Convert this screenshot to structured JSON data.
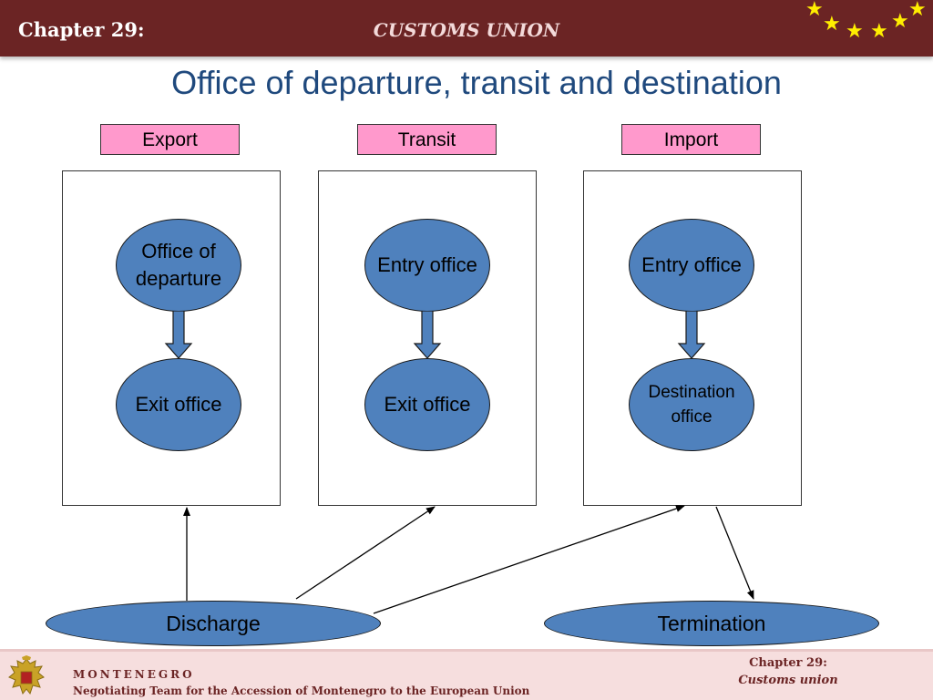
{
  "header": {
    "chapter": "Chapter 29:",
    "title": "CUSTOMS UNION"
  },
  "page_title": "Office of departure, transit and destination",
  "columns": [
    {
      "tag": "Export",
      "top_node": [
        "Office of",
        "departure"
      ],
      "bottom_node": [
        "Exit office"
      ]
    },
    {
      "tag": "Transit",
      "top_node": [
        "Entry office"
      ],
      "bottom_node": [
        "Exit office"
      ]
    },
    {
      "tag": "Import",
      "top_node": [
        "Entry office"
      ],
      "bottom_node": [
        "Destination",
        "office"
      ]
    }
  ],
  "discharge": "Discharge",
  "termination": "Termination",
  "footer": {
    "country": "MONTENEGRO",
    "team": "Negotiating Team for the Accession of  Montenegro to the European Union",
    "chapter": "Chapter 29:",
    "topic": "Customs union"
  },
  "colors": {
    "header_bg": "#6b2424",
    "tag_fill": "#ff99cc",
    "node_fill": "#4f81bd",
    "title_color": "#1f497d",
    "star_color": "#ffee00",
    "footer_bg": "#f6dede"
  }
}
